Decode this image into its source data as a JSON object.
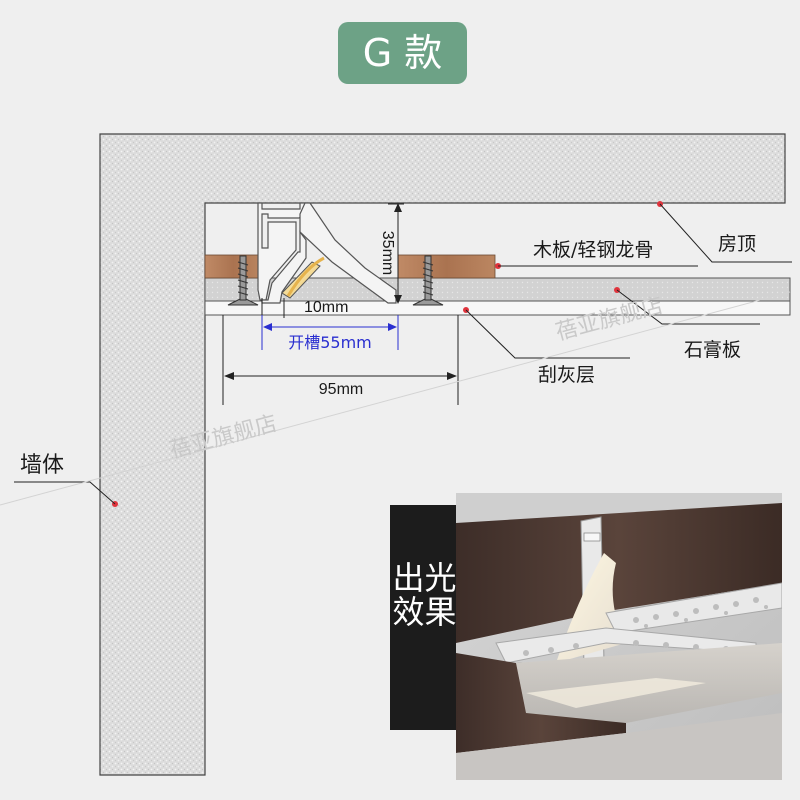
{
  "badge": {
    "label": "G 款"
  },
  "labels": {
    "roof": "房顶",
    "wood_keel": "木板/轻钢龙骨",
    "gypsum": "石膏板",
    "plaster": "刮灰层",
    "wall": "墙体"
  },
  "dimensions": {
    "height": "35mm",
    "gap": "10mm",
    "slot": "开槽55mm",
    "width": "95mm"
  },
  "watermark": "蓓亚旗舰店",
  "effect": {
    "label": "出光效果"
  },
  "colors": {
    "badge": "#6da286",
    "slot_dimension": "#2a2fd0",
    "leader_dot": "#e0333c",
    "wood": "#b57e5a"
  }
}
